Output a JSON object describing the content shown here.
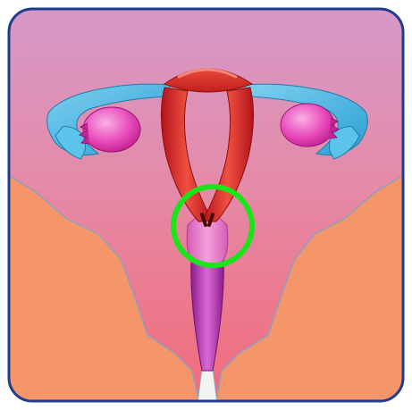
{
  "illustration": {
    "subject": "uterus-anatomy",
    "highlight": {
      "shape": "circle",
      "color": "#19e619",
      "target": "cervix"
    },
    "colors": {
      "background_top": "#d29ac7",
      "background_bottom": "#f06b7b",
      "skin": "#f4956a",
      "uterus": "#e23a2c",
      "fallopian_tube": "#3fb6e3",
      "ovary": "#e63ab7",
      "cervix": "#ea7fc9",
      "vagina": "#b531b2",
      "frame_border": "#1f3d8a"
    }
  }
}
